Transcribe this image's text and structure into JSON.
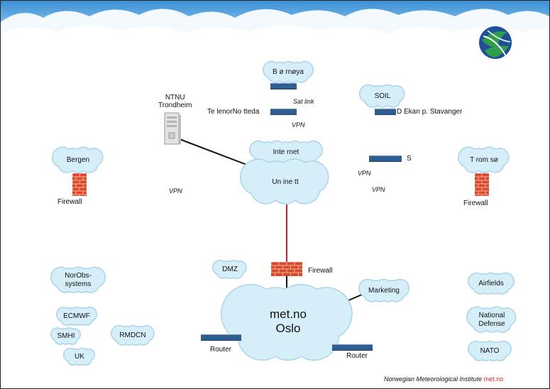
{
  "diagram": {
    "clouds": {
      "bjornoya": "B ø rnøya",
      "soil": "SOIL",
      "bergen": "Bergen",
      "tromso": "T rom sø",
      "internet": "Inte rnet",
      "uninett": "Un ine tt",
      "dmz": "DMZ",
      "marketing": "Marketing",
      "norobs": "NorObs-\nsystems",
      "ecmwf": "ECMWF",
      "smhi": "SMHI",
      "rmdcn": "RMDCN",
      "uk": "UK",
      "airfields": "Airfields",
      "defense": "National\nDefense",
      "nato": "NATO",
      "oslo_line1": "met.no",
      "oslo_line2": "Oslo"
    },
    "labels": {
      "ntnu": "NTNU\nTrondheim",
      "satlink": "Sat link",
      "televerket": "Te lenorNo tteda",
      "vpn_center": "VPN",
      "soil_site": "D Ekan p. Stavanger",
      "svalbard": "S",
      "vpn_right1": "VPN",
      "vpn_right2": "VPN",
      "vpn_left": "VPN",
      "firewall_bergen": "Firewall",
      "firewall_tromso": "Firewall",
      "firewall_main": "Firewall",
      "router_left": "Router",
      "router_right": "Router"
    },
    "footer": {
      "institute": "Norwegian Meteorological Institute",
      "brand": "met.no"
    }
  },
  "icons": {
    "logo": "met-no-globe-logo",
    "firewall": "brick-firewall-icon",
    "server": "server-tower-icon",
    "router": "router-bar-icon"
  },
  "colors": {
    "cloud_fill": "#d6eef8",
    "cloud_edge": "#a9d4ea",
    "router": "#2f5e93",
    "firewall": "#d9492b",
    "uplink_red": "#c0282a",
    "brand": "#d6212c"
  }
}
